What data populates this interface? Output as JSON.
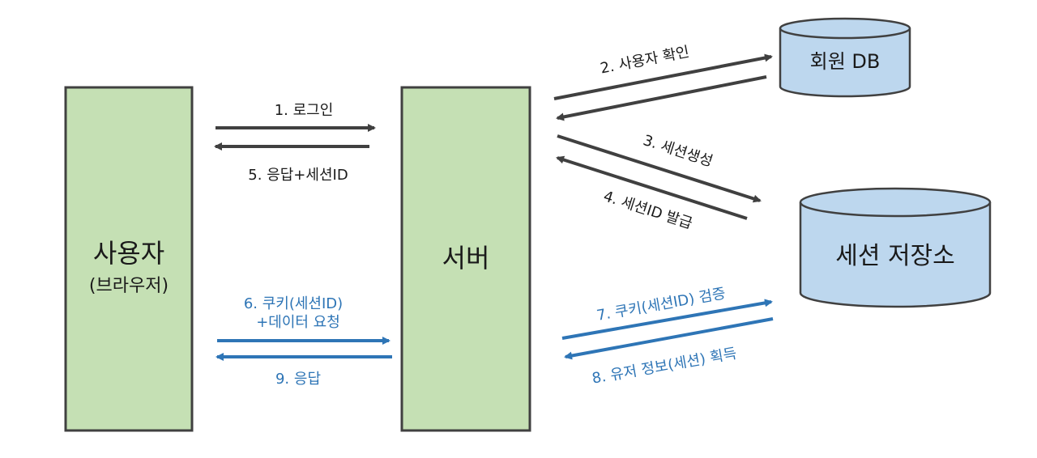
{
  "nodes": {
    "client": {
      "title": "사용자",
      "subtitle": "(브라우저)"
    },
    "server": {
      "title": "서버"
    },
    "member_db": {
      "label": "회원 DB"
    },
    "session_store": {
      "label": "세션 저장소"
    }
  },
  "steps": {
    "s1": "1. 로그인",
    "s2": "2. 사용자 확인",
    "s3": "3. 세션생성",
    "s4": "4. 세션ID 발급",
    "s5": "5. 응답+세션ID",
    "s6_line1": "6. 쿠키(세션ID)",
    "s6_line2": "+데이터 요청",
    "s7": "7. 쿠키(세션ID) 검증",
    "s8": "8. 유저 정보(세션) 획득",
    "s9": "9. 응답"
  },
  "colors": {
    "box_fill": "#c5e0b4",
    "box_stroke": "#404040",
    "db_fill": "#bdd7ee",
    "db_stroke": "#404040",
    "arrow_dark": "#404040",
    "arrow_blue": "#2e75b6",
    "text_dark": "#1a1a1a",
    "text_blue": "#2e75b6"
  }
}
